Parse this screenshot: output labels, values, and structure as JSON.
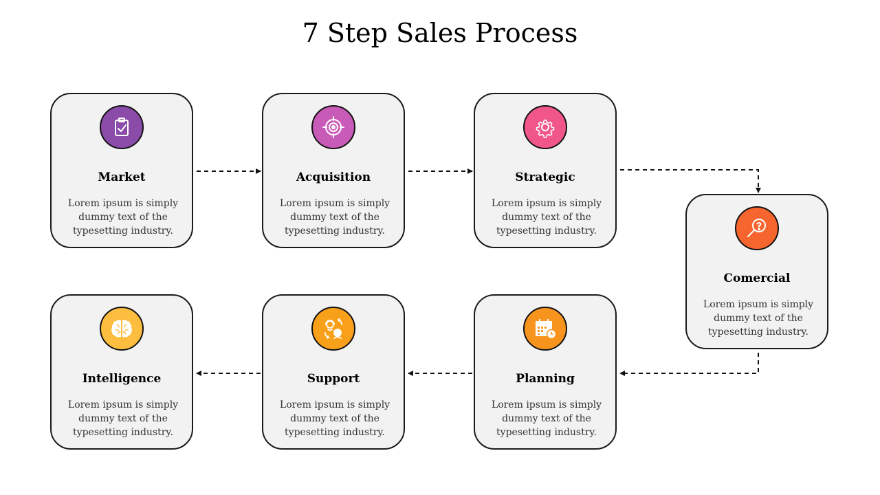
{
  "title": "7 Step Sales Process",
  "steps": [
    {
      "label": "Market",
      "text": "Lorem ipsum is simply dummy text of the typesetting industry.",
      "color": "#8B4BA8",
      "icon": "clipboard-check-icon"
    },
    {
      "label": "Acquisition",
      "text": "Lorem ipsum is simply dummy text of the typesetting industry.",
      "color": "#C95BB8",
      "icon": "target-icon"
    },
    {
      "label": "Strategic",
      "text": "Lorem ipsum is simply dummy text of the typesetting industry.",
      "color": "#F0568A",
      "icon": "gear-icon"
    },
    {
      "label": "Comercial",
      "text": "Lorem ipsum is simply dummy text of the typesetting industry.",
      "color": "#F7652F",
      "icon": "magnifier-question-icon"
    },
    {
      "label": "Planning",
      "text": "Lorem ipsum is simply dummy text of the typesetting industry.",
      "color": "#F7941D",
      "icon": "calendar-clock-icon"
    },
    {
      "label": "Support",
      "text": "Lorem ipsum is simply dummy text of the typesetting industry.",
      "color": "#F9A01B",
      "icon": "team-support-icon"
    },
    {
      "label": "Intelligence",
      "text": "Lorem ipsum is simply dummy text of the typesetting industry.",
      "color": "#FDBD3E",
      "icon": "brain-icon"
    }
  ]
}
